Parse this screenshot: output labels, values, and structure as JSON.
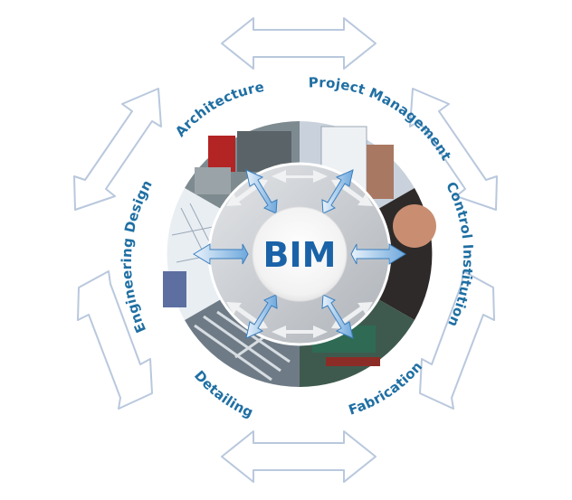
{
  "center": {
    "label": "BIM"
  },
  "sections": [
    {
      "key": "architecture",
      "label": "Architecture"
    },
    {
      "key": "project-management",
      "label": "Project Management"
    },
    {
      "key": "control-institution",
      "label": "Control Institution"
    },
    {
      "key": "fabrication",
      "label": "Fabrication"
    },
    {
      "key": "detailing",
      "label": "Detailing"
    },
    {
      "key": "engineering-design",
      "label": "Engineering Design"
    }
  ],
  "colors": {
    "label": "#1f6fa3",
    "bim": "#1b63a8",
    "outer_arrow_stroke": "#b7c6dc",
    "inner_ring": "#c9cdd2",
    "spoke_arrow": "#5b9bd5"
  }
}
